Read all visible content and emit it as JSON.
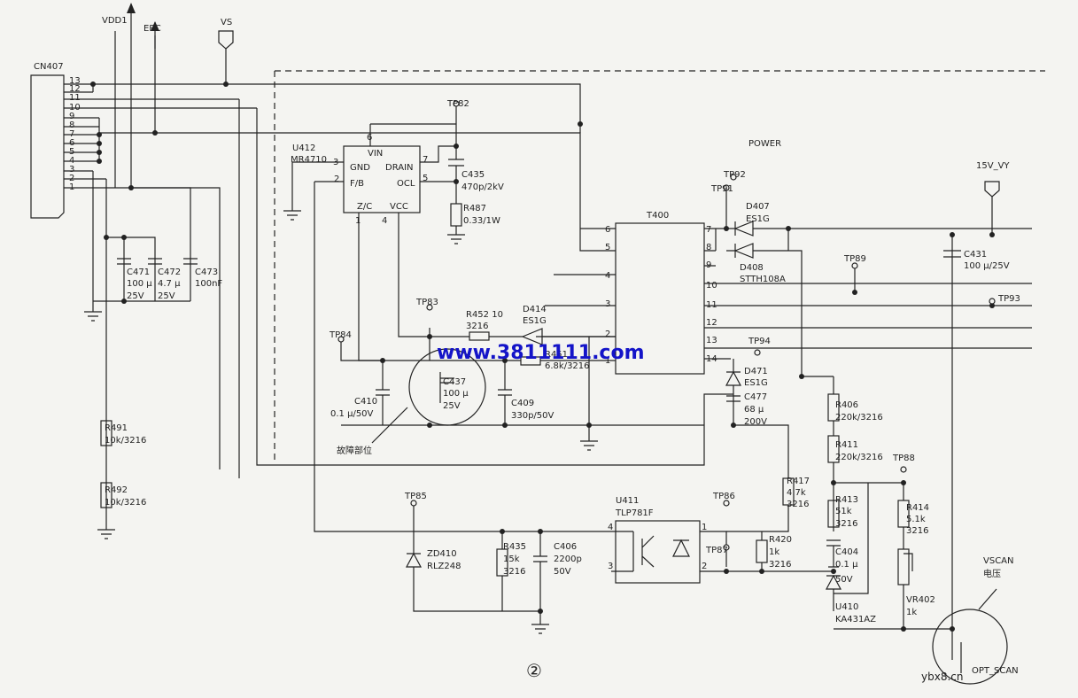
{
  "connector": {
    "ref": "CN407",
    "pins": [
      "13",
      "12",
      "11",
      "10",
      "9",
      "8",
      "7",
      "6",
      "5",
      "4",
      "3",
      "2",
      "1"
    ]
  },
  "nets": {
    "vdd1": "VDD1",
    "erc": "ERC",
    "vs": "VS",
    "v15": "15V_VY",
    "power": "POWER",
    "vscan": "VSCAN",
    "vscan_cn": "电压"
  },
  "u412": {
    "ref": "U412",
    "part": "MR4710",
    "vin": "VIN",
    "gnd": "GND",
    "drain": "DRAIN",
    "fb": "F/B",
    "ocl": "OCL",
    "zc": "Z/C",
    "vcc": "VCC",
    "p6": "6",
    "p3": "3",
    "p7": "7",
    "p2": "2",
    "p5": "5",
    "p1": "1",
    "p4": "4"
  },
  "t400": {
    "ref": "T400",
    "pins_left": [
      "6",
      "5",
      "4",
      "3",
      "2",
      "1"
    ],
    "pins_right": [
      "7",
      "8",
      "9",
      "10",
      "11",
      "12",
      "13",
      "14"
    ]
  },
  "testpoints": [
    "TP82",
    "TP83",
    "TP84",
    "TP85",
    "TP86",
    "TP87",
    "TP88",
    "TP89",
    "TP91",
    "TP92",
    "TP93",
    "TP94"
  ],
  "components": {
    "c471": [
      "C471",
      "100 μ",
      "25V"
    ],
    "c472": [
      "C472",
      "4.7 μ",
      "25V"
    ],
    "c473": [
      "C473",
      "100nF"
    ],
    "c435": [
      "C435",
      "470p/2kV"
    ],
    "r487": [
      "R487",
      "0.33/1W"
    ],
    "r452": [
      "R452  10",
      "3216"
    ],
    "d414": [
      "D414",
      "ES1G"
    ],
    "r451": [
      "R451",
      "6.8k/3216"
    ],
    "c410": [
      "C410",
      "0.1 μ/50V"
    ],
    "c437": [
      "C437",
      "100 μ",
      "25V"
    ],
    "c409": [
      "C409",
      "330p/50V"
    ],
    "d407": [
      "D407",
      "ES1G"
    ],
    "d408": [
      "D408",
      "STTH108A"
    ],
    "c431": [
      "C431",
      "100 μ/25V"
    ],
    "d471": [
      "D471",
      "ES1G"
    ],
    "c477": [
      "C477",
      "68 μ",
      "200V"
    ],
    "r406": [
      "R406",
      "220k/3216"
    ],
    "r411": [
      "R411",
      "220k/3216"
    ],
    "r417": [
      "R417",
      "4.7k",
      "3216"
    ],
    "r413": [
      "R413",
      "51k",
      "3216"
    ],
    "r414": [
      "R414",
      "5.1k",
      "3216"
    ],
    "c404": [
      "C404",
      "0.1 μ",
      "50V"
    ],
    "u410": [
      "U410",
      "KA431AZ"
    ],
    "vr402": [
      "VR402",
      "1k"
    ],
    "r420": [
      "R420",
      "1k",
      "3216"
    ],
    "u411": [
      "U411",
      "TLP781F"
    ],
    "r491": [
      "R491",
      "10k/3216"
    ],
    "r492": [
      "R492",
      "10k/3216"
    ],
    "zd410": [
      "ZD410",
      "RLZ248"
    ],
    "r435": [
      "R435",
      "15k",
      "3216"
    ],
    "c406": [
      "C406",
      "2200p",
      "50V"
    ]
  },
  "u411_pins": {
    "p4": "4",
    "p3": "3",
    "p1": "1",
    "p2": "2"
  },
  "annotations": {
    "fault": "故障部位",
    "page_no": "②",
    "opt_scan": "OPT_SCAN"
  },
  "watermarks": {
    "site": "www.3811111.com",
    "corner": "ybx8.cn"
  },
  "colors": {
    "ink": "#222222",
    "watermark": "#1414c8",
    "paper": "#f4f4f1"
  }
}
